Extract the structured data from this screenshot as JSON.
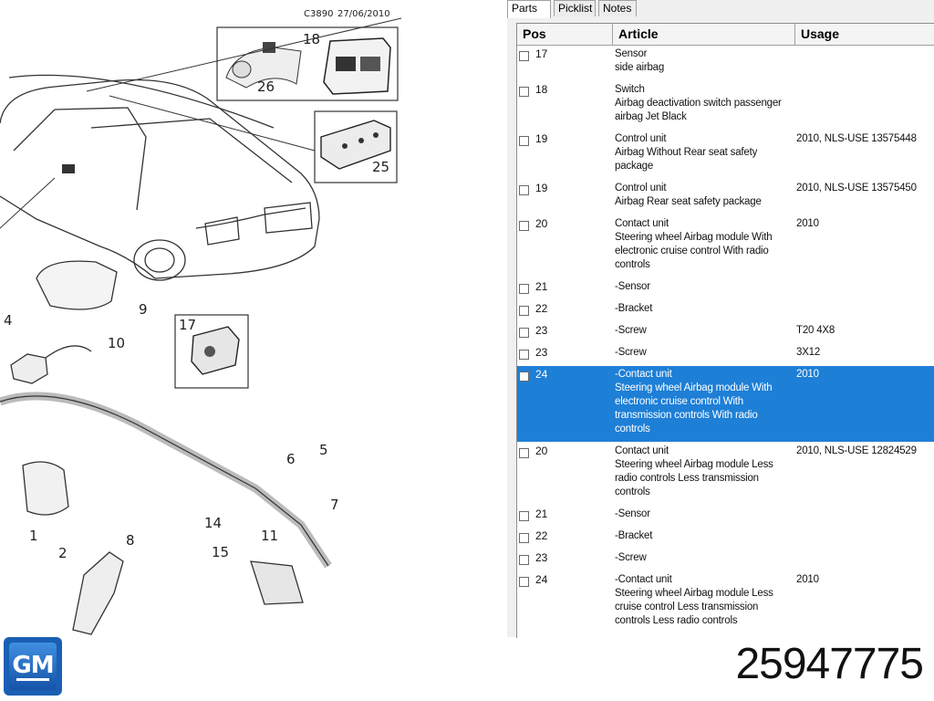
{
  "diagram": {
    "header_code": "C3890",
    "header_date": "27/06/2010",
    "callouts": {
      "c1": "1",
      "c2": "2",
      "c4": "4",
      "c5": "5",
      "c6": "6",
      "c7": "7",
      "c8": "8",
      "c9": "9",
      "c10": "10",
      "c11": "11",
      "c14": "14",
      "c15": "15",
      "c17": "17",
      "c18": "18",
      "c25": "25",
      "c26": "26"
    }
  },
  "tabs": [
    "Parts",
    "Picklist",
    "Notes"
  ],
  "columns": {
    "pos": "Pos",
    "article": "Article",
    "usage": "Usage"
  },
  "rows": [
    {
      "pos": "17",
      "article": "Sensor\nside airbag",
      "usage": ""
    },
    {
      "pos": "18",
      "article": "Switch\nAirbag deactivation switch  passenger\nairbag  Jet Black",
      "usage": ""
    },
    {
      "pos": "19",
      "article": "Control unit\nAirbag  Without  Rear seat safety\npackage",
      "usage": "2010, NLS-USE 13575448"
    },
    {
      "pos": "19",
      "article": "Control unit\nAirbag  Rear seat safety package",
      "usage": "2010, NLS-USE 13575450"
    },
    {
      "pos": "20",
      "article": "Contact unit\nSteering wheel  Airbag module  With\nelectronic cruise control  With radio\ncontrols",
      "usage": "2010"
    },
    {
      "pos": "21",
      "article": "-Sensor",
      "usage": ""
    },
    {
      "pos": "22",
      "article": "-Bracket",
      "usage": ""
    },
    {
      "pos": "23",
      "article": "-Screw",
      "usage": "T20 4X8"
    },
    {
      "pos": "23",
      "article": "-Screw",
      "usage": "3X12"
    },
    {
      "pos": "24",
      "article": "-Contact unit\n Steering wheel  Airbag module  With\n electronic cruise control  With\n transmission controls  With radio\n controls",
      "usage": "2010",
      "selected": true
    },
    {
      "pos": "20",
      "article": "Contact unit\nSteering wheel  Airbag module  Less\nradio controls  Less transmission\ncontrols",
      "usage": "2010, NLS-USE 12824529"
    },
    {
      "pos": "21",
      "article": "-Sensor",
      "usage": ""
    },
    {
      "pos": "22",
      "article": "-Bracket",
      "usage": ""
    },
    {
      "pos": "23",
      "article": "-Screw",
      "usage": ""
    },
    {
      "pos": "24",
      "article": "-Contact unit\n Steering wheel  Airbag module  Less\n cruise control  Less transmission\n controls  Less radio controls",
      "usage": "2010"
    }
  ],
  "brand": {
    "logo_text": "GM",
    "color": "#1a5fb4"
  },
  "part_number": "25947775",
  "selected_row_color": "#1e7fd6"
}
